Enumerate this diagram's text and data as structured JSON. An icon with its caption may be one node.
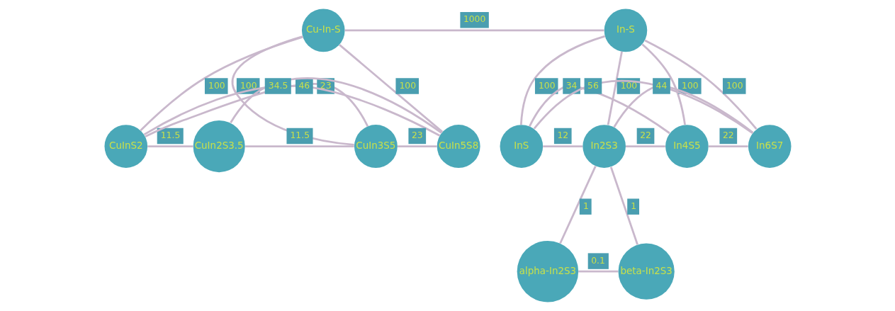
{
  "diagram": {
    "nodes": [
      {
        "text": [
          "Cu-In-S"
        ]
      },
      {
        "text": [
          "In-S"
        ]
      },
      {
        "text": [
          "CuInS2"
        ]
      },
      {
        "text": [
          "CuIn2S3.5"
        ]
      },
      {
        "text": [
          "CuIn3S5"
        ]
      },
      {
        "text": [
          "CuIn5S8"
        ]
      },
      {
        "text": [
          "InS"
        ]
      },
      {
        "text": [
          "In2S3"
        ]
      },
      {
        "text": [
          "In4S5"
        ]
      },
      {
        "text": [
          "In6S7"
        ]
      },
      {
        "text": [
          "alpha-In2S3"
        ]
      },
      {
        "text": [
          "beta-In2S3"
        ]
      }
    ],
    "edges": [
      {
        "from": 0,
        "to": 1,
        "arrow": "none",
        "label": "1000"
      },
      {
        "from": 0,
        "to": 2,
        "arrow": "none",
        "label": "100"
      },
      {
        "from": 0,
        "to": 4,
        "arrow": "none",
        "label": "100"
      },
      {
        "from": 0,
        "to": 5,
        "arrow": "none",
        "label": "100"
      },
      {
        "from": 2,
        "to": 3,
        "arrow": "none",
        "label": "11.5"
      },
      {
        "from": 2,
        "to": 4,
        "arrow": "none",
        "label": "23"
      },
      {
        "from": 3,
        "to": 4,
        "arrow": "none",
        "label": "11.5"
      },
      {
        "from": 4,
        "to": 5,
        "arrow": "none",
        "label": "23"
      },
      {
        "from": 3,
        "to": 5,
        "arrow": "none",
        "label": "34.5"
      },
      {
        "from": 2,
        "to": 5,
        "arrow": "none",
        "label": "46"
      },
      {
        "from": 1,
        "to": 6,
        "arrow": "none",
        "label": "100"
      },
      {
        "from": 1,
        "to": 7,
        "arrow": "none",
        "label": "100"
      },
      {
        "from": 1,
        "to": 8,
        "arrow": "none",
        "label": "100"
      },
      {
        "from": 1,
        "to": 9,
        "arrow": "none",
        "label": "100"
      },
      {
        "from": 6,
        "to": 7,
        "arrow": "none",
        "label": "12"
      },
      {
        "from": 7,
        "to": 8,
        "arrow": "none",
        "label": "22"
      },
      {
        "from": 8,
        "to": 9,
        "arrow": "none",
        "label": "22"
      },
      {
        "from": 7,
        "to": 9,
        "arrow": "none",
        "label": "44"
      },
      {
        "from": 6,
        "to": 8,
        "arrow": "none",
        "label": "34"
      },
      {
        "from": 6,
        "to": 9,
        "arrow": "none",
        "label": "56"
      },
      {
        "from": 7,
        "to": 10,
        "arrow": "none",
        "label": "1"
      },
      {
        "from": 7,
        "to": 11,
        "arrow": "none",
        "label": "1"
      },
      {
        "from": 10,
        "to": 11,
        "arrow": "none",
        "label": "0.1"
      }
    ]
  }
}
